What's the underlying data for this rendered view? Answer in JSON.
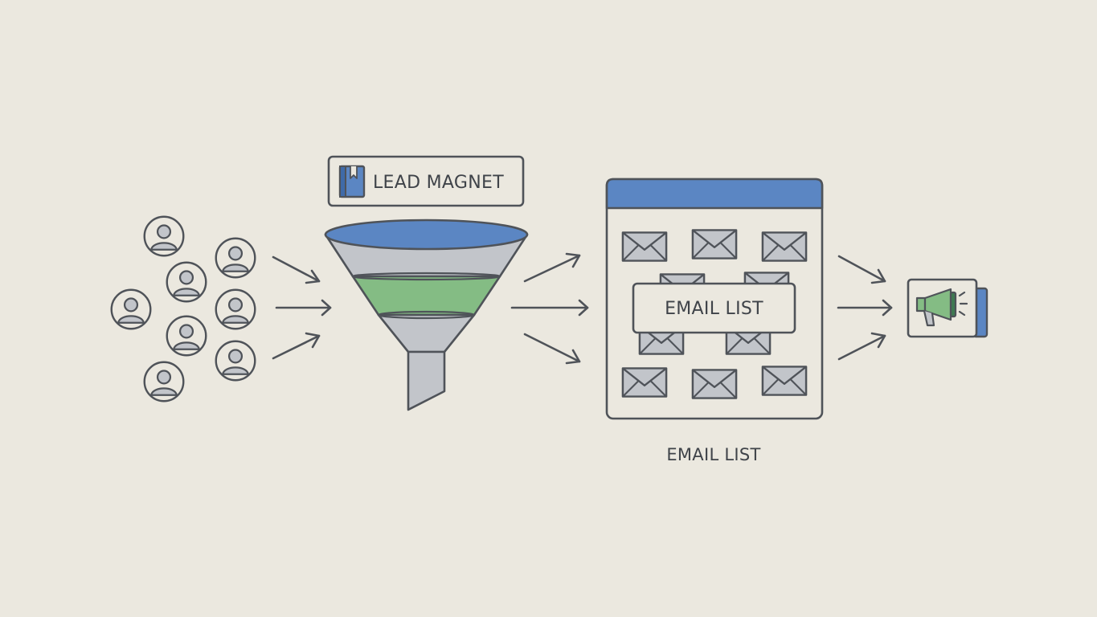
{
  "lead_magnet": {
    "label": "LEAD MAGNET"
  },
  "email_list_window": {
    "label": "EMAIL LIST"
  },
  "email_list_caption": {
    "label": "EMAIL LIST"
  },
  "people": [
    {
      "icon": "person-icon"
    },
    {
      "icon": "person-icon"
    },
    {
      "icon": "person-icon"
    },
    {
      "icon": "person-icon"
    },
    {
      "icon": "person-icon"
    },
    {
      "icon": "person-icon"
    },
    {
      "icon": "person-icon"
    },
    {
      "icon": "person-icon"
    },
    {
      "icon": "person-icon"
    }
  ],
  "icons": {
    "lead_magnet": "book-icon",
    "funnel": "funnel-icon",
    "envelope": "envelope-icon",
    "campaign": "megaphone-icon",
    "arrow": "arrow-icon"
  },
  "colors": {
    "background": "#ebe8df",
    "outline": "#4f5359",
    "gray_fill": "#c2c5ca",
    "blue": "#5b86c3",
    "green": "#84bc84"
  }
}
